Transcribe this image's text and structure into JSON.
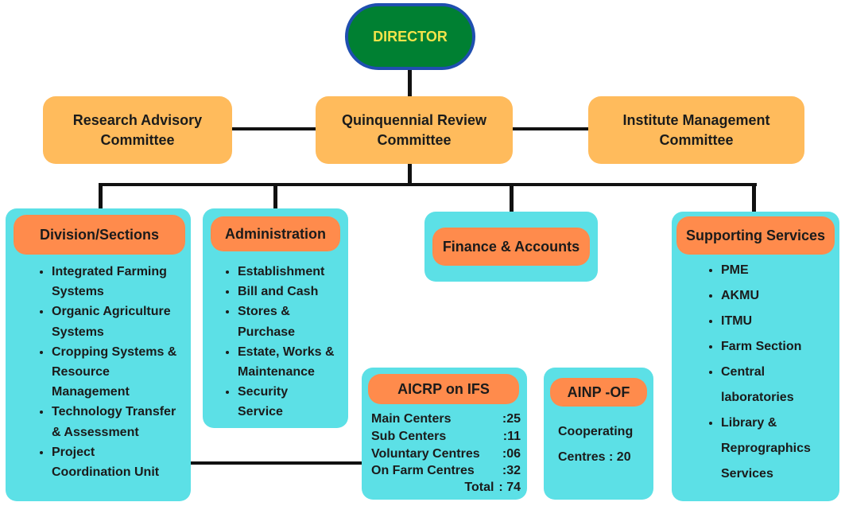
{
  "director": {
    "label": "DIRECTOR"
  },
  "committees": {
    "research_advisory": {
      "line1": "Research Advisory",
      "line2": "Committee"
    },
    "quinquennial_review": {
      "line1": "Quinquennial Review",
      "line2": "Committee"
    },
    "institute_management": {
      "line1": "Institute Management",
      "line2": "Committee"
    }
  },
  "units": {
    "division": {
      "title": "Division/Sections",
      "items": [
        [
          "Integrated Farming",
          "Systems"
        ],
        [
          "Organic Agriculture",
          "Systems"
        ],
        [
          "Cropping Systems &",
          "Resource",
          "Management"
        ],
        [
          "Technology Transfer",
          "& Assessment"
        ],
        [
          "Project",
          "Coordination Unit"
        ]
      ]
    },
    "administration": {
      "title": "Administration",
      "items": [
        [
          "Establishment"
        ],
        [
          "Bill and Cash"
        ],
        [
          "Stores &",
          "Purchase"
        ],
        [
          "Estate, Works &",
          "Maintenance"
        ],
        [
          "Security",
          "Service"
        ]
      ]
    },
    "finance": {
      "title": "Finance & Accounts"
    },
    "supporting": {
      "title": "Supporting Services",
      "items": [
        [
          "PME"
        ],
        [
          "AKMU"
        ],
        [
          "ITMU"
        ],
        [
          "Farm Section"
        ],
        [
          "Central",
          "laboratories"
        ],
        [
          "Library &",
          "Reprographics",
          "Services"
        ]
      ]
    }
  },
  "aicrp": {
    "title": "AICRP on IFS",
    "rows": [
      {
        "label": "Main Centers",
        "value": ":25"
      },
      {
        "label": "Sub Centers",
        "value": ":11"
      },
      {
        "label": "Voluntary Centres",
        "value": ":06"
      },
      {
        "label": "On Farm Centres",
        "value": ":32"
      }
    ],
    "total_label": "Total",
    "total_value": ": 74"
  },
  "ainp": {
    "title": "AINP -OF",
    "line1": "Cooperating",
    "line2": "Centres : 20"
  },
  "colors": {
    "director_fill": "#008032",
    "director_border": "#1f4fb0",
    "director_text": "#f3e34a",
    "committee_fill": "#ffbb5c",
    "unit_panel": "#5ce0e6",
    "unit_tag": "#ff8b4c",
    "connector": "#111111"
  }
}
